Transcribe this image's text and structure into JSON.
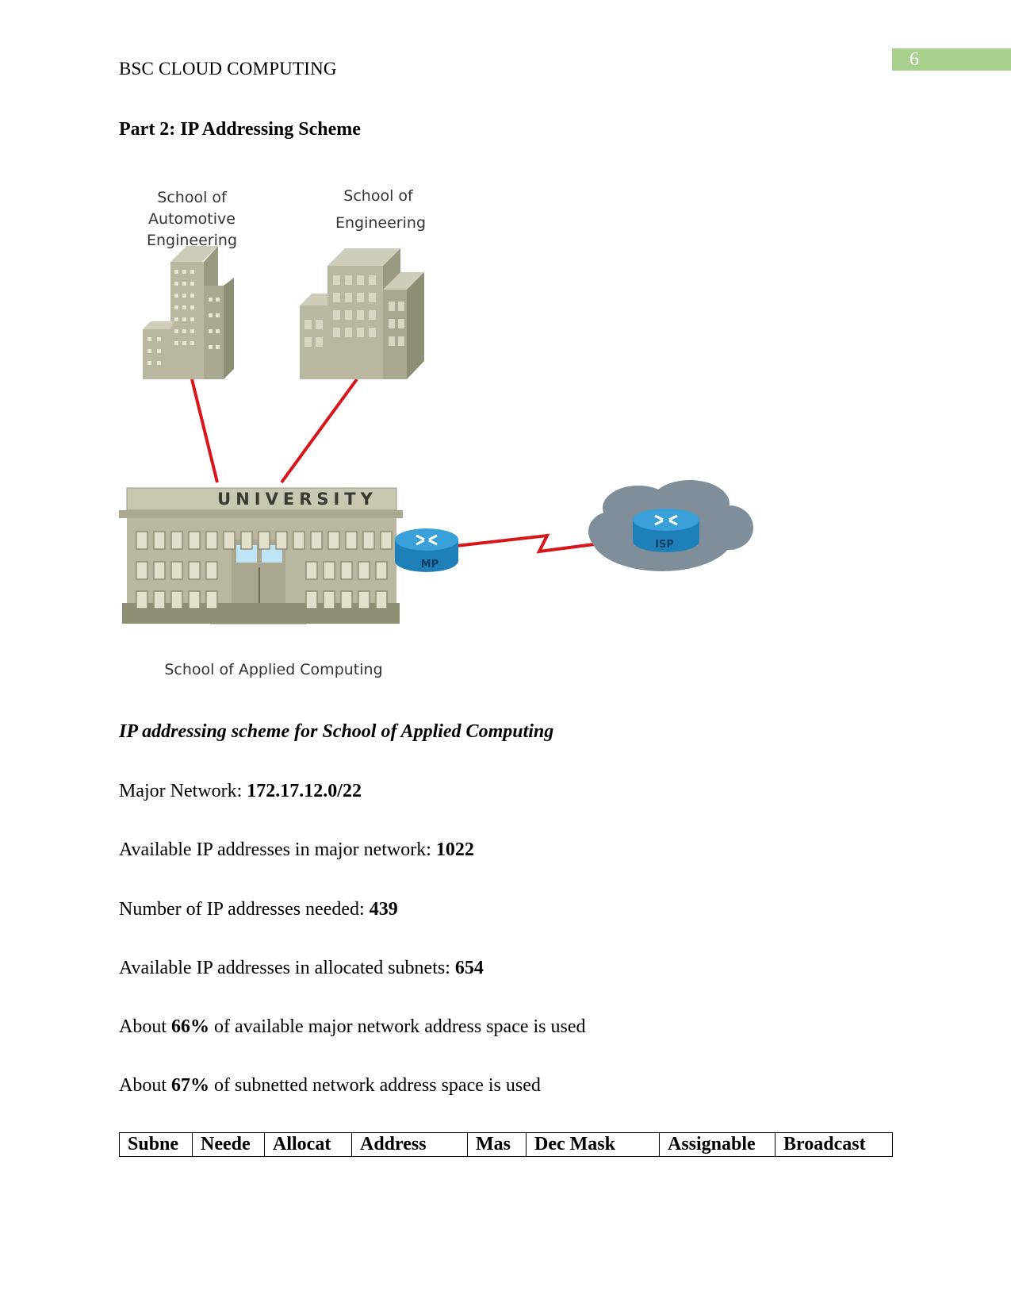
{
  "header": {
    "title": "BSC CLOUD COMPUTING",
    "page_number": "6"
  },
  "section_heading": "Part 2: IP Addressing Scheme",
  "diagram": {
    "label_automotive_1": "School of",
    "label_automotive_2": "Automotive",
    "label_automotive_3": "Engineering",
    "label_engineering_1": "School of",
    "label_engineering_2": "Engineering",
    "university_sign": "UNIVERSITY",
    "router_mp": "MP",
    "router_isp": "ISP",
    "label_applied": "School of Applied Computing",
    "colors": {
      "link": "#d7151b",
      "building": "#b9b7a0",
      "router": "#2f95cf",
      "cloud": "#7f8e9b"
    }
  },
  "subheading": "IP addressing scheme for School of Applied Computing",
  "stats": [
    {
      "label": "Major Network: ",
      "value": "172.17.12.0/22",
      "suffix": ""
    },
    {
      "label": "Available IP addresses in major network: ",
      "value": "1022",
      "suffix": ""
    },
    {
      "label": "Number of IP addresses needed: ",
      "value": "439",
      "suffix": ""
    },
    {
      "label": "Available IP addresses in allocated subnets: ",
      "value": "654",
      "suffix": ""
    },
    {
      "label": "About ",
      "value": "66%",
      "suffix": " of available major network address space is used"
    },
    {
      "label": "About ",
      "value": "67%",
      "suffix": " of subnetted network address space is used"
    }
  ],
  "table": {
    "headers": [
      "Subne",
      "Neede",
      "Allocat",
      "Address",
      "Mas",
      "Dec Mask",
      "Assignable",
      "Broadcast"
    ]
  }
}
